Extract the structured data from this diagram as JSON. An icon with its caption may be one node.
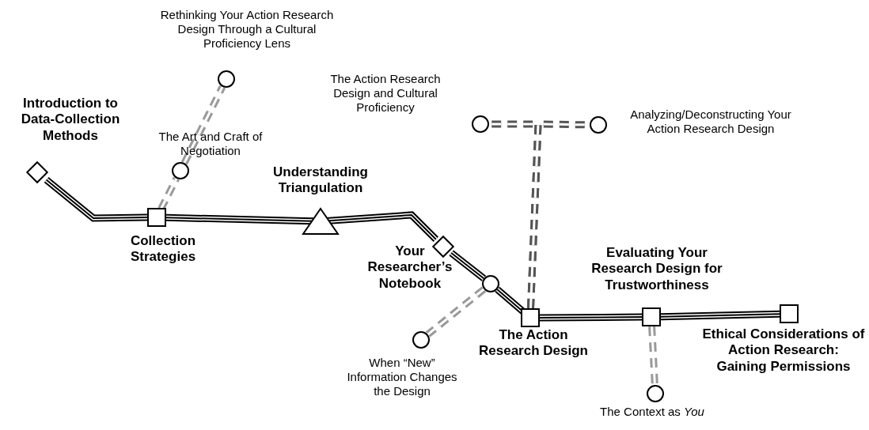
{
  "diagram": {
    "nodes": [
      {
        "text": [
          "Introduction to Data-Collection Methods"
        ]
      },
      {
        "text": [
          "Collection Strategies"
        ]
      },
      {
        "text": [
          "The Art and Craft of Negotiation"
        ]
      },
      {
        "text": [
          "Rethinking Your Action Research Design Through a Cultural Proficiency Lens"
        ]
      },
      {
        "text": [
          "Understanding Triangulation"
        ]
      },
      {
        "text": [
          "Your Researcher’s Notebook"
        ]
      },
      {
        "text": [],
        "shape": "circle"
      },
      {
        "text": [
          "When “New” Information Changes the Design"
        ]
      },
      {
        "text": [
          "The Action Research Design"
        ]
      },
      {
        "text": [
          "The Action Research Design and Cultural Proficiency"
        ]
      },
      {
        "text": [
          "Analyzing/Deconstructing Your Action Research Design"
        ]
      },
      {
        "text": [
          "Evaluating Your Research Design for Trustworthiness"
        ]
      },
      {
        "text": [
          "The Context as *You*"
        ]
      },
      {
        "text": [
          "Ethical Considerations of Action Research: Gaining Permissions"
        ]
      }
    ],
    "edges": [
      {
        "from": 0,
        "to": 1,
        "arrow": "none"
      },
      {
        "from": 1,
        "to": 4,
        "arrow": "none"
      },
      {
        "from": 4,
        "to": 5,
        "arrow": "none"
      },
      {
        "from": 5,
        "to": 6,
        "arrow": "none"
      },
      {
        "from": 6,
        "to": 8,
        "arrow": "none"
      },
      {
        "from": 8,
        "to": 11,
        "arrow": "none"
      },
      {
        "from": 11,
        "to": 13,
        "arrow": "none"
      },
      {
        "from": 1,
        "to": 2,
        "arrow": "none",
        "style": "dashed",
        "color": "#999999"
      },
      {
        "from": 2,
        "to": 3,
        "arrow": "none",
        "style": "dashed",
        "color": "#999999"
      },
      {
        "from": 6,
        "to": 7,
        "arrow": "none",
        "style": "dashed",
        "color": "#999999"
      },
      {
        "from": 8,
        "to": 9,
        "arrow": "none",
        "style": "dashed",
        "color": "#555555"
      },
      {
        "from": 8,
        "to": 10,
        "arrow": "none",
        "style": "dashed",
        "color": "#555555"
      },
      {
        "from": 11,
        "to": 12,
        "arrow": "none",
        "style": "dashed",
        "color": "#999999"
      }
    ]
  }
}
